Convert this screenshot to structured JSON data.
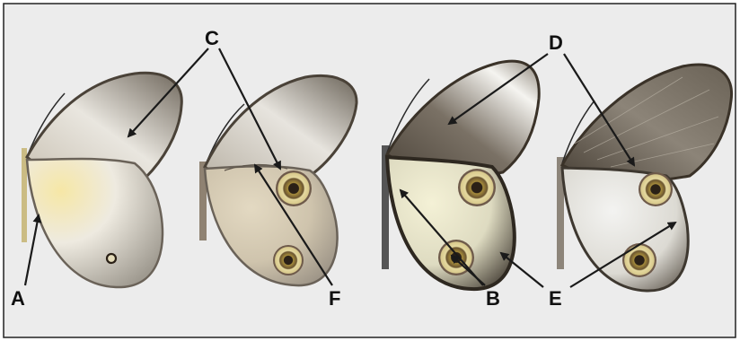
{
  "figure": {
    "labels": {
      "A": "A",
      "B": "B",
      "C": "C",
      "D": "D",
      "E": "E",
      "F": "F"
    },
    "specimens": [
      {
        "id": "wing-set-1",
        "description_color": "#e9d9a2"
      },
      {
        "id": "wing-set-2",
        "description_color": "#d8cbb0"
      },
      {
        "id": "wing-set-3",
        "description_color": "#e6e2b8"
      },
      {
        "id": "wing-set-4",
        "description_color": "#e2e0d6"
      }
    ],
    "colors": {
      "background": "#ececec",
      "border": "#222222",
      "wing_dark": "#5a5248",
      "wing_mid": "#a79f93",
      "wing_light": "#f3f1ec",
      "eyespot_ring": "#d7c374",
      "eyespot_outer": "#6e5a4a",
      "eyespot_pupil": "#2a2016",
      "arrow": "#1a1a1a"
    }
  }
}
